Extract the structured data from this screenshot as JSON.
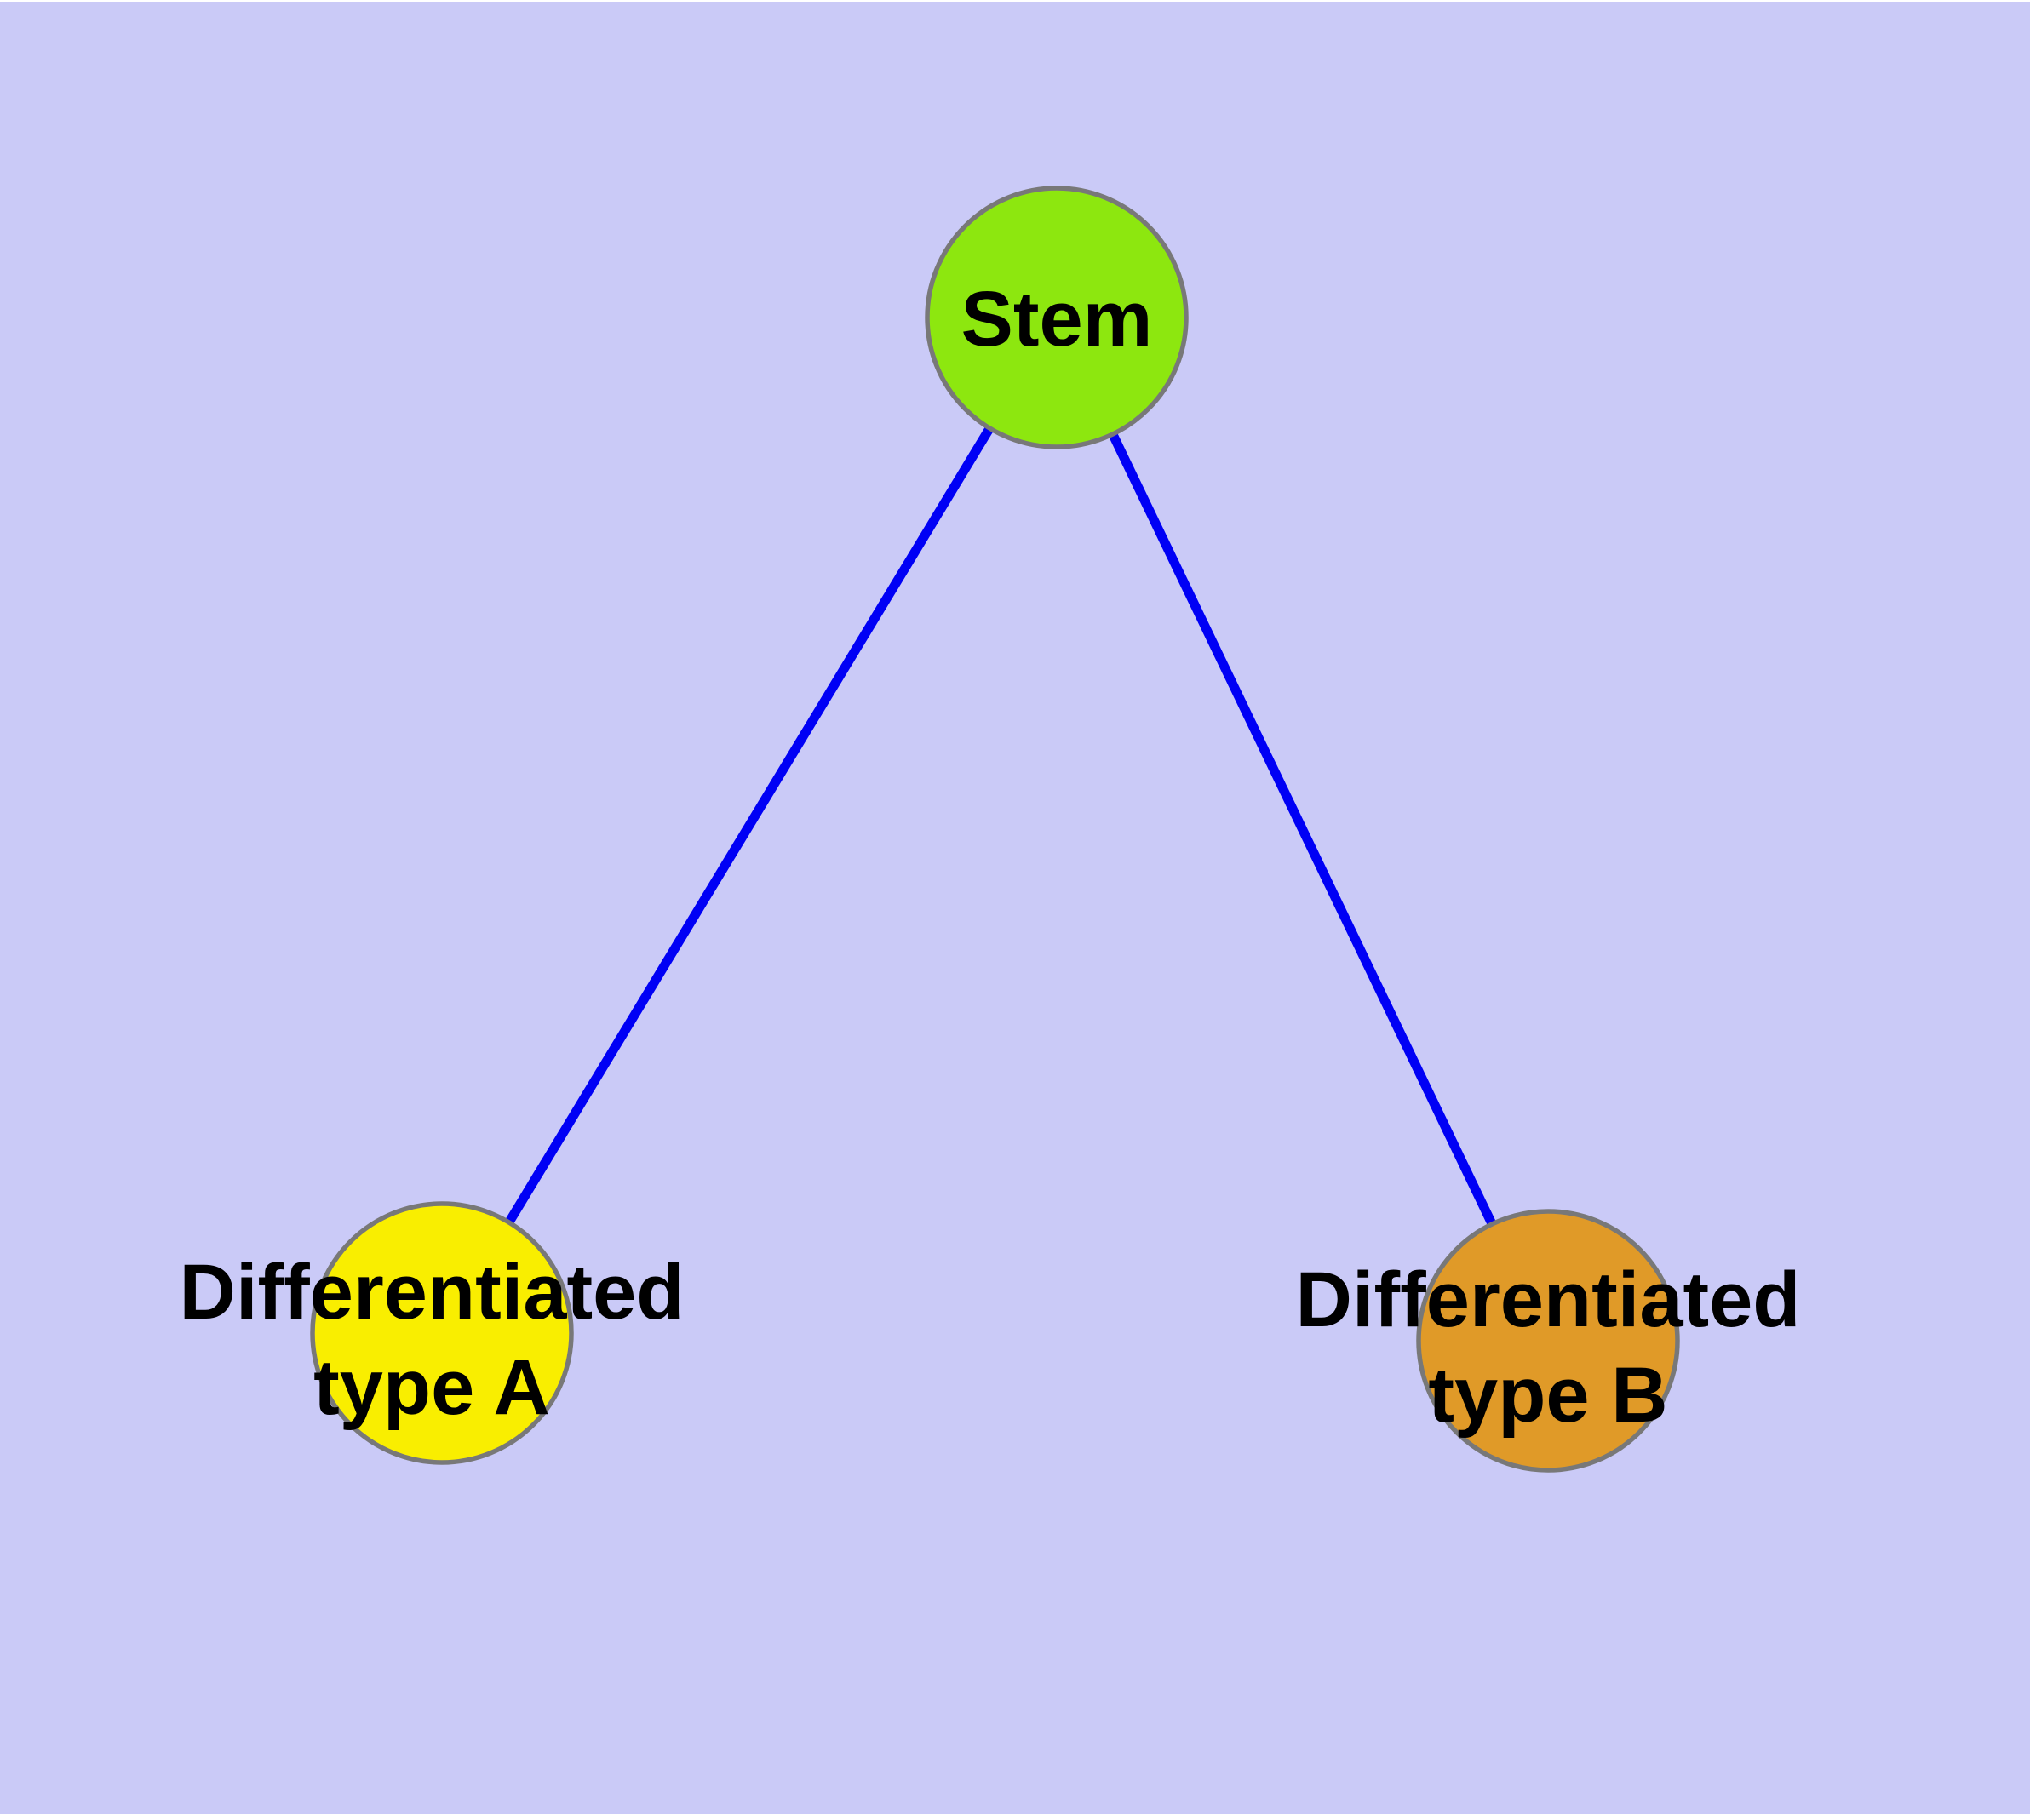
{
  "diagram": {
    "type": "node-link-graph",
    "panel_color": "#CACAF7",
    "edge_color": "#0000F5",
    "node_border_color": "#787878",
    "label_color": "#000000",
    "nodes": {
      "stem": {
        "label": "Stem",
        "fill": "#8DE70F"
      },
      "type_a": {
        "label_line1": "Differentiated",
        "label_line2": "type A",
        "fill": "#F9EE00"
      },
      "type_b": {
        "label_line1": "Differentiated",
        "label_line2": "type B",
        "fill": "#E09A28"
      }
    },
    "edges": [
      {
        "from": "stem",
        "to": "type_a"
      },
      {
        "from": "stem",
        "to": "type_b"
      }
    ]
  }
}
